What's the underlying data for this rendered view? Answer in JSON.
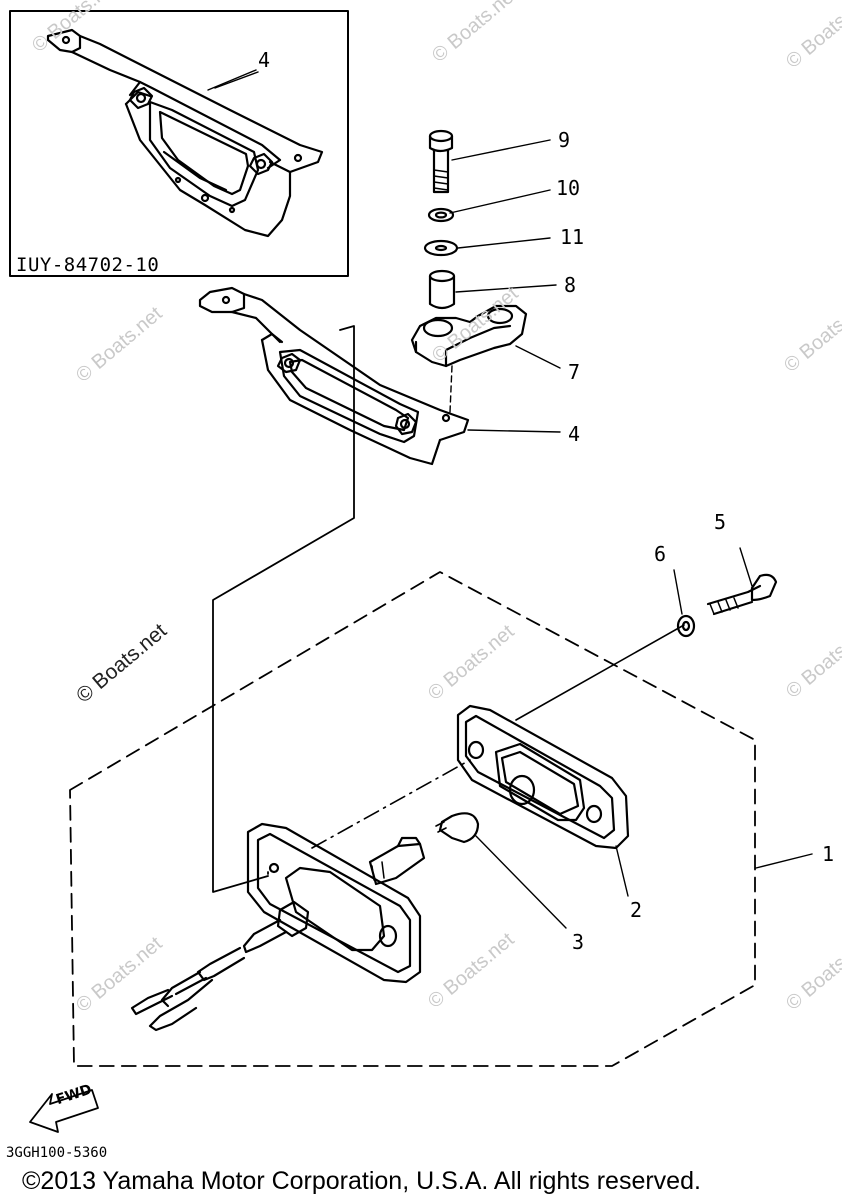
{
  "watermark": "© Boats.net",
  "watermark_faded": "© Boats.net",
  "inset_part_code": "IUY-84702-10",
  "drawing_code": "3GGH100-5360",
  "fwd_label": "FWD",
  "copyright": "©2013 Yamaha Motor Corporation, U.S.A. All rights reserved.",
  "callouts": {
    "c1": "1",
    "c2": "2",
    "c3": "3",
    "c4_inset": "4",
    "c4": "4",
    "c5": "5",
    "c6": "6",
    "c7": "7",
    "c8": "8",
    "c9": "9",
    "c10": "10",
    "c11": "11"
  },
  "icons": [
    "fwd-arrow-icon"
  ]
}
